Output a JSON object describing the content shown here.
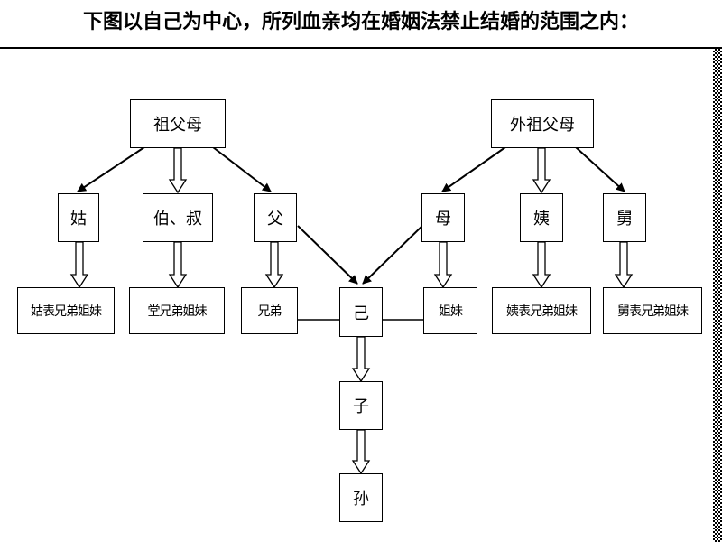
{
  "heading": "下图以自己为中心，所列血亲均在婚姻法禁止结婚的范围之内：",
  "nodes": {
    "paternal_grandparents": "祖父母",
    "maternal_grandparents": "外祖父母",
    "paternal_aunt": "姑",
    "paternal_uncles": "伯、叔",
    "father": "父",
    "mother": "母",
    "maternal_aunt": "姨",
    "maternal_uncle": "舅",
    "paternal_aunt_cousins": "姑表兄弟姐妹",
    "paternal_cousins": "堂兄弟姐妹",
    "brothers": "兄弟",
    "self": "己",
    "sisters": "姐妹",
    "maternal_aunt_cousins": "姨表兄弟姐妹",
    "maternal_uncle_cousins": "舅表兄弟姐妹",
    "son": "子",
    "grandson": "孙"
  }
}
